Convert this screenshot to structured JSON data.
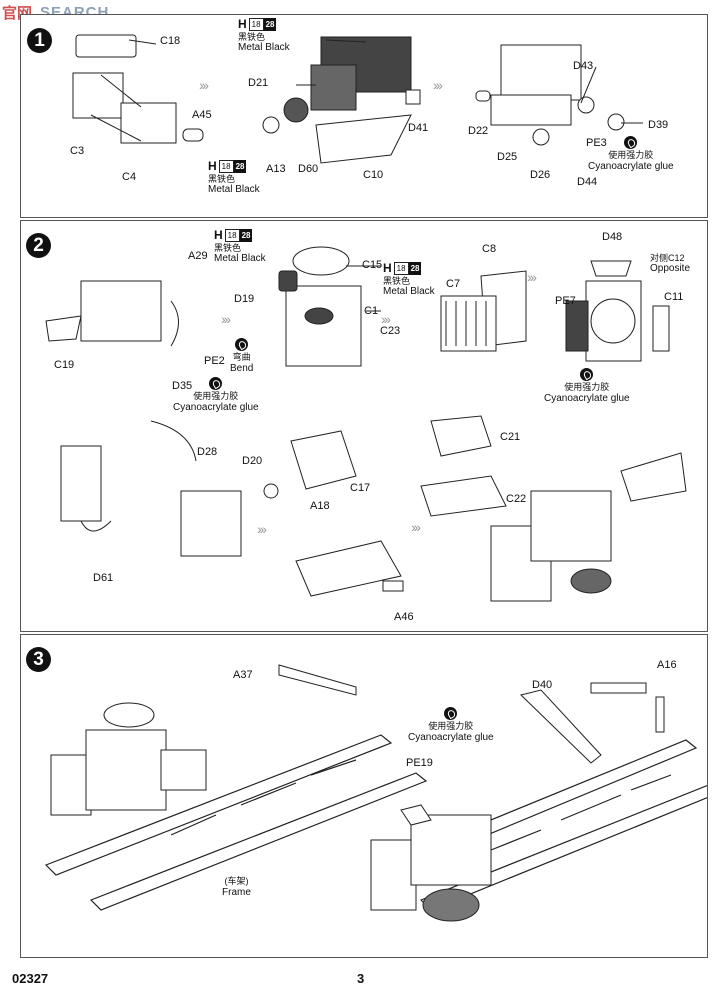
{
  "watermark": {
    "cn": "官网",
    "text": "SEARCH"
  },
  "steps": {
    "s1": "1",
    "s2": "2",
    "s3": "3"
  },
  "step1": {
    "parts": {
      "C18": "C18",
      "C3": "C3",
      "C4": "C4",
      "A45": "A45",
      "D21": "D21",
      "A13": "A13",
      "D60": "D60",
      "C10": "C10",
      "D41": "D41",
      "D43": "D43",
      "D22": "D22",
      "PE3": "PE3",
      "D39": "D39",
      "D25": "D25",
      "D26": "D26",
      "D44": "D44"
    },
    "paint_top": {
      "letter": "H",
      "n1": "18",
      "n2": "28",
      "cn": "黑铁色",
      "en": "Metal  Black"
    },
    "paint_bottom": {
      "letter": "H",
      "n1": "18",
      "n2": "28",
      "cn": "黑铁色",
      "en": "Metal  Black"
    },
    "glue": {
      "cn": "使用强力胶",
      "en": "Cyanoacrylate glue"
    }
  },
  "step2": {
    "parts": {
      "A29": "A29",
      "D19": "D19",
      "C15": "C15",
      "C1": "C1",
      "C19": "C19",
      "PE2": "PE2",
      "D35": "D35",
      "C23": "C23",
      "C8": "C8",
      "C7": "C7",
      "D48": "D48",
      "C11": "C11",
      "PE7": "PE7",
      "D28": "D28",
      "D20": "D20",
      "A18": "A18",
      "C17": "C17",
      "C21": "C21",
      "C22": "C22",
      "D61": "D61",
      "A46": "A46"
    },
    "paint_a": {
      "letter": "H",
      "n1": "18",
      "n2": "28",
      "cn": "黑铁色",
      "en": "Metal  Black"
    },
    "paint_b": {
      "letter": "H",
      "n1": "18",
      "n2": "28",
      "cn": "黑铁色",
      "en": "Metal  Black"
    },
    "bend": {
      "cn": "弯曲",
      "en": "Bend"
    },
    "glue1": {
      "cn": "使用强力胶",
      "en": "Cyanoacrylate glue"
    },
    "glue2": {
      "cn": "使用强力胶",
      "en": "Cyanoacrylate glue"
    },
    "opposite": {
      "cn": "对侧C12",
      "en": "Opposite"
    }
  },
  "step3": {
    "parts": {
      "A37": "A37",
      "D40": "D40",
      "A16": "A16",
      "PE19": "PE19"
    },
    "glue": {
      "cn": "使用强力胶",
      "en": "Cyanoacrylate glue"
    },
    "frame": {
      "cn": "(车架)",
      "en": "Frame"
    }
  },
  "footer": {
    "code": "02327",
    "page": "3"
  }
}
